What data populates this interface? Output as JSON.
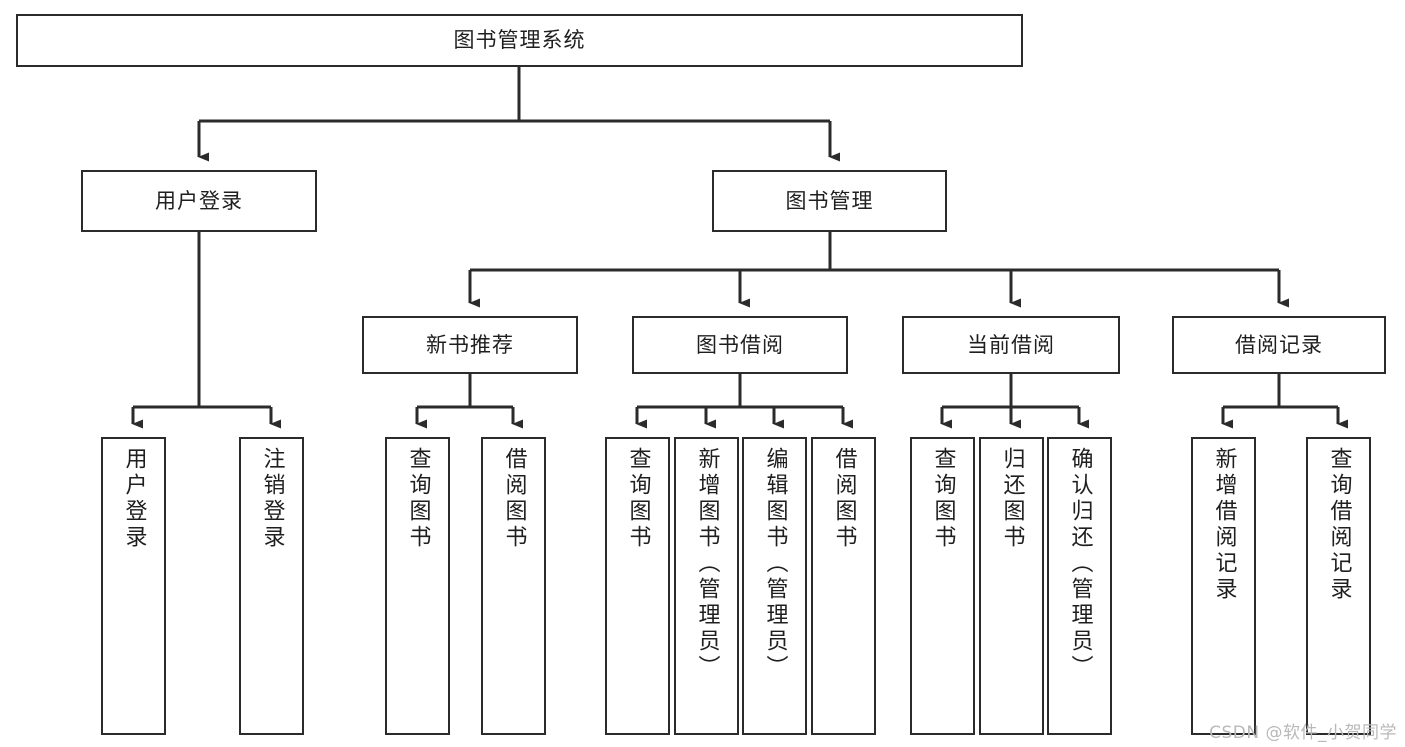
{
  "diagram": {
    "title": "图书管理系统",
    "type": "tree-hierarchy",
    "watermark": "CSDN @软件_小贺同学",
    "colors": {
      "stroke": "#2b2b2b",
      "fill": "#ffffff",
      "text": "#1f1f1f",
      "watermark": "#b9b9b9"
    },
    "root": {
      "id": "root",
      "label": "图书管理系统"
    },
    "level2": [
      {
        "id": "user-login",
        "label": "用户登录"
      },
      {
        "id": "book-manage",
        "label": "图书管理"
      }
    ],
    "level3": [
      {
        "id": "new-book-rec",
        "label": "新书推荐",
        "parent": "book-manage"
      },
      {
        "id": "book-borrow",
        "label": "图书借阅",
        "parent": "book-manage"
      },
      {
        "id": "current-borrow",
        "label": "当前借阅",
        "parent": "book-manage"
      },
      {
        "id": "borrow-record",
        "label": "借阅记录",
        "parent": "book-manage"
      }
    ],
    "leaves": {
      "user-login": [
        {
          "id": "leaf-user-login",
          "label": "用户登录"
        },
        {
          "id": "leaf-logout",
          "label": "注销登录"
        }
      ],
      "new-book-rec": [
        {
          "id": "leaf-query-book-1",
          "label": "查询图书"
        },
        {
          "id": "leaf-borrow-book-1",
          "label": "借阅图书"
        }
      ],
      "book-borrow": [
        {
          "id": "leaf-query-book-2",
          "label": "查询图书"
        },
        {
          "id": "leaf-add-book",
          "label": "新增图书（管理员）"
        },
        {
          "id": "leaf-edit-book",
          "label": "编辑图书（管理员）"
        },
        {
          "id": "leaf-borrow-book-2",
          "label": "借阅图书"
        }
      ],
      "current-borrow": [
        {
          "id": "leaf-query-book-3",
          "label": "查询图书"
        },
        {
          "id": "leaf-return-book",
          "label": "归还图书"
        },
        {
          "id": "leaf-confirm-return",
          "label": "确认归还（管理员）"
        }
      ],
      "borrow-record": [
        {
          "id": "leaf-add-record",
          "label": "新增借阅记录"
        },
        {
          "id": "leaf-query-record",
          "label": "查询借阅记录"
        }
      ]
    }
  }
}
